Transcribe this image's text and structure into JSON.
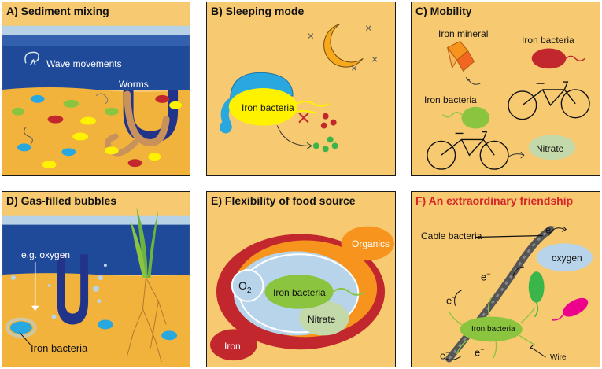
{
  "colors": {
    "sand": "#f7c971",
    "water_light": "#b7d2e6",
    "water_deep": "#1f4a9a",
    "worm_blue": "#22338a",
    "bacteria_green": "#8bc53f",
    "bacteria_yellow": "#fff200",
    "bacteria_red": "#c1272d",
    "bacteria_blue": "#29a8e0",
    "iron_red": "#c1272d",
    "organics_orange": "#f7941d",
    "nitrate_green": "#c3d9a9",
    "oxygen_blue": "#b8d4ea",
    "title_red": "#d7262a"
  },
  "panels": {
    "a": {
      "title": "A) Sediment mixing",
      "wave_label": "Wave movements",
      "worms_label": "Worms"
    },
    "b": {
      "title": "B) Sleeping mode",
      "bacteria_label": "Iron bacteria",
      "icons": [
        "moon-icon",
        "star-icon",
        "nightcap-icon"
      ]
    },
    "c": {
      "title": "C) Mobility",
      "mineral_label": "Iron mineral",
      "bacteria_label_top": "Iron bacteria",
      "bacteria_label_bottom": "Iron bacteria",
      "nitrate_label": "Nitrate",
      "icons": [
        "bicycle-icon",
        "crystal-icon"
      ]
    },
    "d": {
      "title": "D) Gas-filled bubbles",
      "oxygen_label": "e.g. oxygen",
      "bacteria_label": "Iron bacteria",
      "icons": [
        "seagrass-icon"
      ]
    },
    "e": {
      "title": "E) Flexibility of food source",
      "organics": "Organics",
      "o2": "O",
      "o2_sub": "2",
      "bacteria": "Iron bacteria",
      "nitrate": "Nitrate",
      "iron": "Iron"
    },
    "f": {
      "title": "F) An extraordinary friendship",
      "cable_label": "Cable bacteria",
      "electron": "e",
      "electron_sup": "−",
      "oxygen": "oxygen",
      "bacteria": "Iron bacteria",
      "wire": "Wire"
    }
  }
}
